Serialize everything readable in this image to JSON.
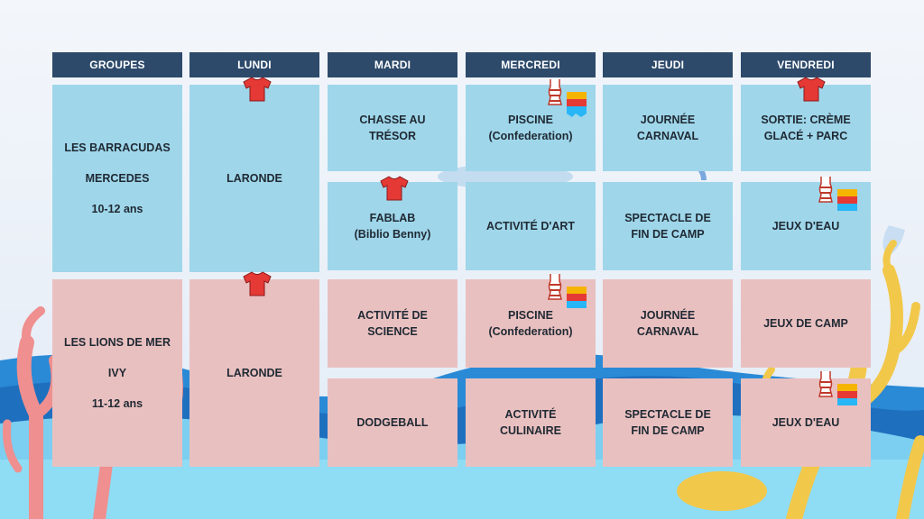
{
  "headers": [
    "GROUPES",
    "LUNDI",
    "MARDI",
    "MERCREDI",
    "JEUDI",
    "VENDREDI"
  ],
  "group1": {
    "name": "LES BARRACUDAS",
    "leader": "MERCEDES",
    "ages": "10-12 ans",
    "monday": "LARONDE",
    "tuesday": [
      "CHASSE AU",
      "TRÉSOR"
    ],
    "tuesday2": [
      "FABLAB",
      "(Biblio Benny)"
    ],
    "wednesday": [
      "PISCINE",
      "(Confederation)"
    ],
    "wednesday2": [
      "ACTIVITÉ D'ART"
    ],
    "thursday": [
      "JOURNÉE",
      "CARNAVAL"
    ],
    "thursday2": [
      "SPECTACLE DE",
      "FIN DE CAMP"
    ],
    "friday": [
      "SORTIE: CRÈME",
      "GLACÉ + PARC"
    ],
    "friday2": [
      "JEUX D'EAU"
    ]
  },
  "group2": {
    "name": "LES LIONS DE MER",
    "leader": "IVY",
    "ages": "11-12 ans",
    "monday": "LARONDE",
    "tuesday": [
      "ACTIVITÉ DE",
      "SCIENCE"
    ],
    "tuesday2": [
      "DODGEBALL"
    ],
    "wednesday": [
      "PISCINE",
      "(Confederation)"
    ],
    "wednesday2": [
      "ACTIVITÉ",
      "CULINAIRE"
    ],
    "thursday": [
      "JOURNÉE",
      "CARNAVAL"
    ],
    "thursday2": [
      "SPECTACLE DE",
      "FIN DE CAMP"
    ],
    "friday": [
      "JEUX DE CAMP"
    ],
    "friday2": [
      "JEUX D'EAU"
    ]
  },
  "colors": {
    "header": "#2d4a6b",
    "group1_cell": "#9fd6ea",
    "group2_cell": "#e9c0c0",
    "water": "#1f78c8",
    "coral_pink": "#ef8f8f",
    "coral_yellow": "#f2c84b"
  },
  "icons": [
    "tshirt-icon",
    "swimsuit-icon"
  ]
}
